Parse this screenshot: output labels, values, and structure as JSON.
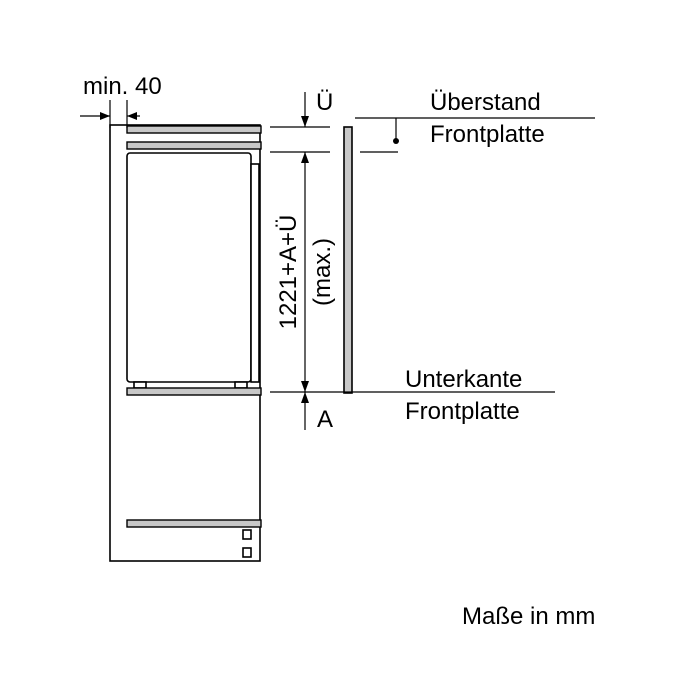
{
  "labels": {
    "min_clearance": "min. 40",
    "overhang_symbol": "Ü",
    "overhang_line1": "Überstand",
    "overhang_line2": "Frontplatte",
    "height_formula": "1221+A+Ü",
    "height_max": "(max.)",
    "bottom_line1": "Unterkante",
    "bottom_line2": "Frontplatte",
    "bottom_symbol": "A",
    "units_note": "Maße in mm"
  }
}
